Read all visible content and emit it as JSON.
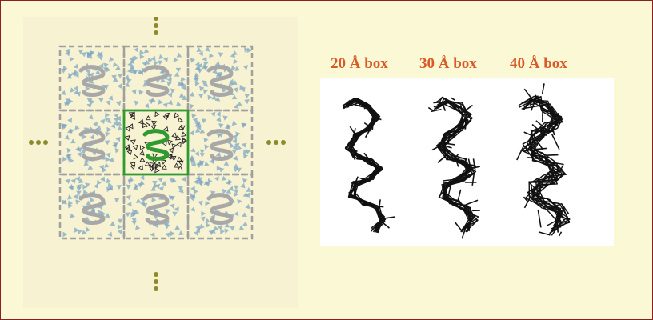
{
  "figure": {
    "labels": [
      "20 Å box",
      "30 Å box",
      "40 Å box"
    ],
    "ellipsis": "...",
    "colors": {
      "background": "#fbf8d6",
      "border": "#8b2020",
      "label": "#d85a26",
      "dots": "#8c8a2a",
      "central_cell_border": "#2f9a2f",
      "central_protein": "#2f9a2f",
      "image_cell_border": "#a0a0a0",
      "image_protein": "#a8a8a8",
      "central_water": "#222222",
      "image_water": "#7fa8c4"
    },
    "grid": {
      "rows": 3,
      "cols": 3,
      "central_cell": [
        1,
        1
      ]
    }
  }
}
